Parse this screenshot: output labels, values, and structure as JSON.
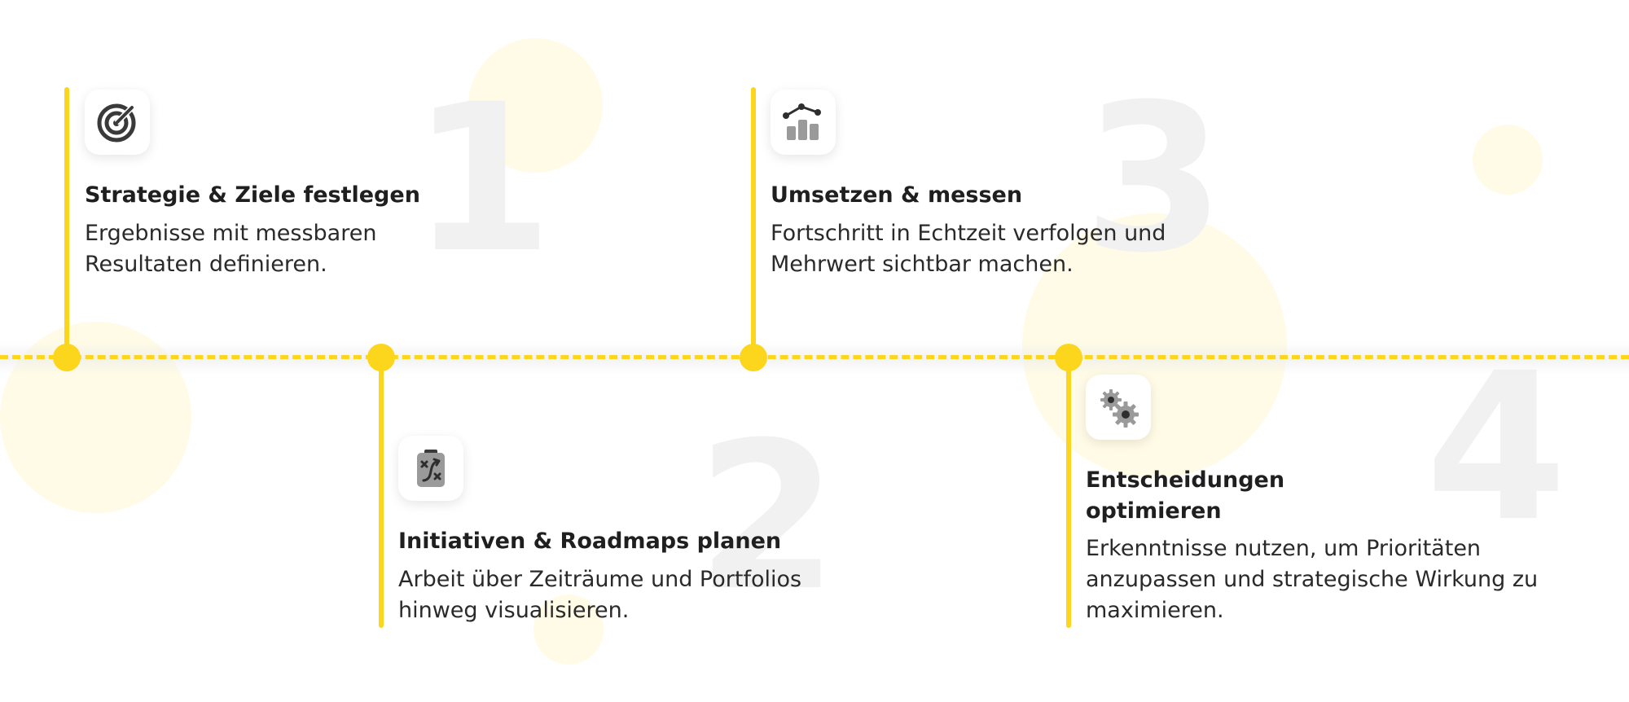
{
  "colors": {
    "accent": "#fcd61c",
    "text": "#1f1f1f",
    "watermark_number": "#f1f1f1",
    "blob": "#fffbe6"
  },
  "steps": [
    {
      "number": "1",
      "icon": "target-icon",
      "title": "Strategie & Ziele festlegen",
      "description": "Ergebnisse mit messbaren Resultaten definieren."
    },
    {
      "number": "2",
      "icon": "clipboard-strategy-icon",
      "title": "Initiativen & Roadmaps planen",
      "description": "Arbeit über Zeiträume und Portfolios hinweg visualisieren."
    },
    {
      "number": "3",
      "icon": "bar-chart-trend-icon",
      "title": "Umsetzen & messen",
      "description": "Fortschritt in Echtzeit verfolgen und Mehrwert sichtbar machen."
    },
    {
      "number": "4",
      "icon": "gears-icon",
      "title": "Entscheidungen optimieren",
      "description": "Erkenntnisse nutzen, um Prioritäten anzupassen und strategische Wirkung zu maximieren."
    }
  ]
}
